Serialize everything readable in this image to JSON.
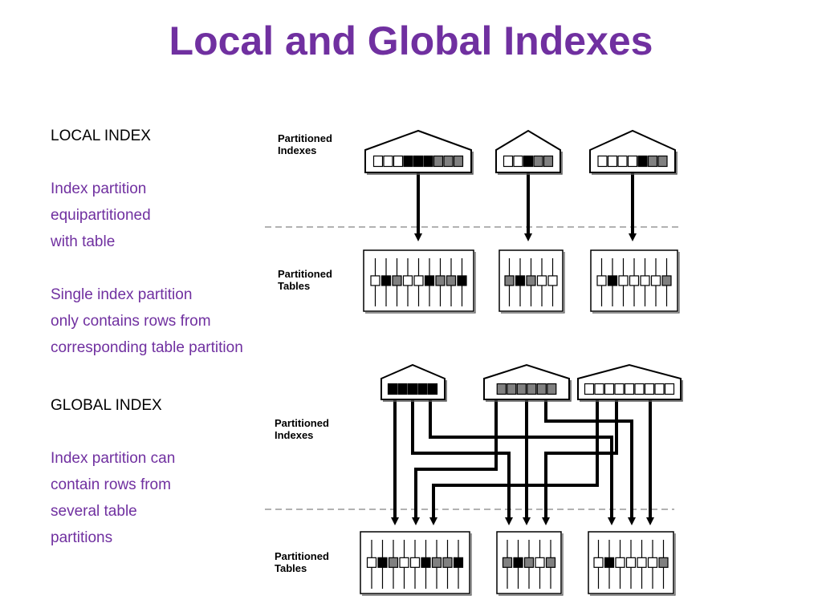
{
  "slide": {
    "title": "Local and Global Indexes"
  },
  "local": {
    "heading": "LOCAL INDEX",
    "lines_a": [
      "Index partition",
      "equipartitioned",
      "with table"
    ],
    "lines_b": [
      "Single index partition",
      "only contains rows from",
      "corresponding table partition"
    ]
  },
  "global": {
    "heading": "GLOBAL INDEX",
    "lines": [
      "Index partition can",
      "contain rows from",
      "several table",
      "partitions"
    ]
  },
  "diagram": {
    "labels": {
      "indexes_line1": "Partitioned",
      "indexes_line2": "Indexes",
      "tables_line1": "Partitioned",
      "tables_line2": "Tables"
    },
    "colors": {
      "black": "#000000",
      "gray": "#808080",
      "white": "#ffffff"
    },
    "local_index_nodes": [
      {
        "cells": [
          "w",
          "w",
          "w",
          "b",
          "b",
          "b",
          "g",
          "g",
          "g"
        ]
      },
      {
        "cells": [
          "w",
          "w",
          "b",
          "g",
          "g"
        ]
      },
      {
        "cells": [
          "w",
          "w",
          "w",
          "w",
          "b",
          "g",
          "g"
        ]
      }
    ],
    "local_table_partitions": [
      {
        "cells": [
          "w",
          "b",
          "g",
          "w",
          "w",
          "b",
          "g",
          "g",
          "b"
        ]
      },
      {
        "cells": [
          "g",
          "b",
          "g",
          "w",
          "w"
        ]
      },
      {
        "cells": [
          "w",
          "b",
          "w",
          "w",
          "w",
          "w",
          "g"
        ]
      }
    ],
    "global_index_nodes": [
      {
        "cells": [
          "b",
          "b",
          "b",
          "b",
          "b"
        ]
      },
      {
        "cells": [
          "g",
          "g",
          "g",
          "g",
          "g",
          "g"
        ]
      },
      {
        "cells": [
          "w",
          "w",
          "w",
          "w",
          "w",
          "w",
          "w",
          "w",
          "w"
        ]
      }
    ],
    "global_table_partitions": [
      {
        "cells": [
          "w",
          "b",
          "g",
          "w",
          "w",
          "b",
          "g",
          "g",
          "b"
        ]
      },
      {
        "cells": [
          "g",
          "b",
          "g",
          "w",
          "g"
        ]
      },
      {
        "cells": [
          "w",
          "b",
          "w",
          "w",
          "w",
          "w",
          "g"
        ]
      }
    ]
  }
}
